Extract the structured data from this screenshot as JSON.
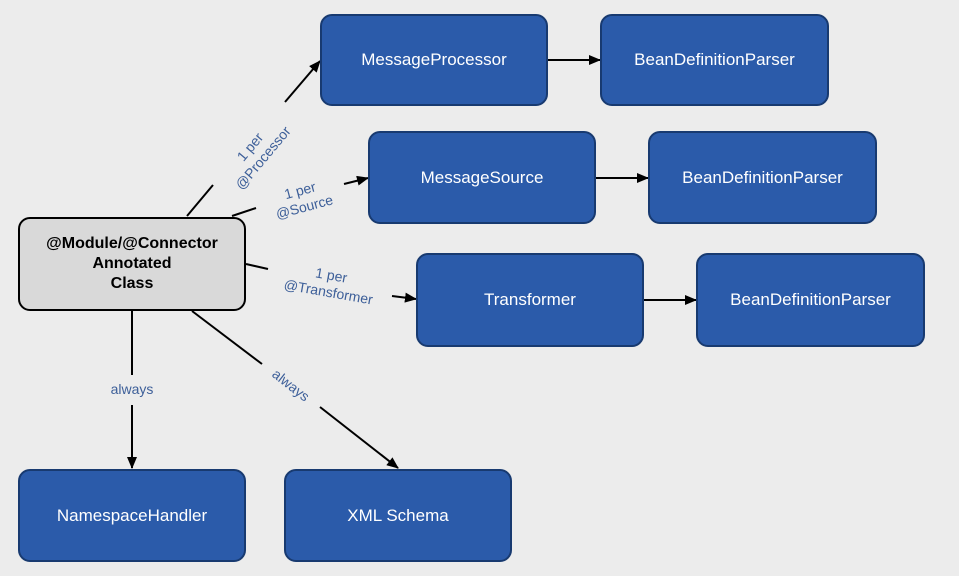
{
  "nodes": {
    "source_class": [
      "@Module/@Connector",
      "Annotated",
      "Class"
    ],
    "message_processor": "MessageProcessor",
    "message_source": "MessageSource",
    "transformer": "Transformer",
    "parser_processor": "BeanDefinitionParser",
    "parser_source": "BeanDefinitionParser",
    "parser_transformer": "BeanDefinitionParser",
    "namespace_handler": "NamespaceHandler",
    "xml_schema": "XML Schema"
  },
  "edge_labels": {
    "per_processor": [
      "1 per",
      "@Processor"
    ],
    "per_source": [
      "1 per",
      "@Source"
    ],
    "per_transformer": [
      "1 per",
      "@Transformer"
    ],
    "always_handler": "always",
    "always_schema": "always"
  },
  "colors": {
    "background": "#ececec",
    "node_fill": "#2b5baa",
    "node_border": "#183a70",
    "source_fill": "#d9d9d9",
    "label_color": "#3d5f99",
    "arrow_color": "#000000"
  }
}
